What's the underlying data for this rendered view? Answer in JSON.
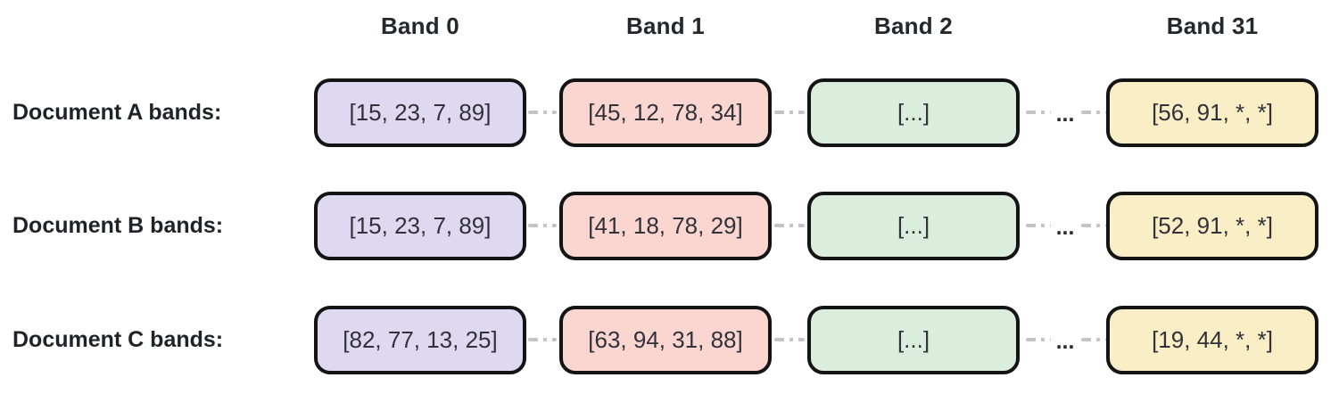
{
  "diagram": {
    "headers": [
      "Band 0",
      "Band 1",
      "Band 2",
      "Band 31"
    ],
    "rows": [
      {
        "label": "Document A bands:",
        "cells": [
          {
            "value": "[15, 23, 7, 89]",
            "color": "purple"
          },
          {
            "value": "[45, 12, 78, 34]",
            "color": "pink"
          },
          {
            "value": "[...]",
            "color": "green"
          },
          {
            "value": "[56, 91, *, *]",
            "color": "yellow"
          }
        ]
      },
      {
        "label": "Document B bands:",
        "cells": [
          {
            "value": "[15, 23, 7, 89]",
            "color": "purple"
          },
          {
            "value": "[41, 18, 78, 29]",
            "color": "pink"
          },
          {
            "value": "[...]",
            "color": "green"
          },
          {
            "value": "[52, 91, *, *]",
            "color": "yellow"
          }
        ]
      },
      {
        "label": "Document C bands:",
        "cells": [
          {
            "value": "[82, 77, 13, 25]",
            "color": "purple"
          },
          {
            "value": "[63, 94, 31, 88]",
            "color": "pink"
          },
          {
            "value": "[...]",
            "color": "green"
          },
          {
            "value": "[19, 44, *, *]",
            "color": "yellow"
          }
        ]
      }
    ],
    "ellipsis": "...",
    "colors": {
      "purple": "#ded8f1",
      "pink": "#fbd6d1",
      "green": "#dbeede",
      "yellow": "#faeec6",
      "border": "#141414",
      "dash": "#c4c4c4",
      "box_text": "#31313a",
      "heading_text": "#24272c"
    }
  }
}
